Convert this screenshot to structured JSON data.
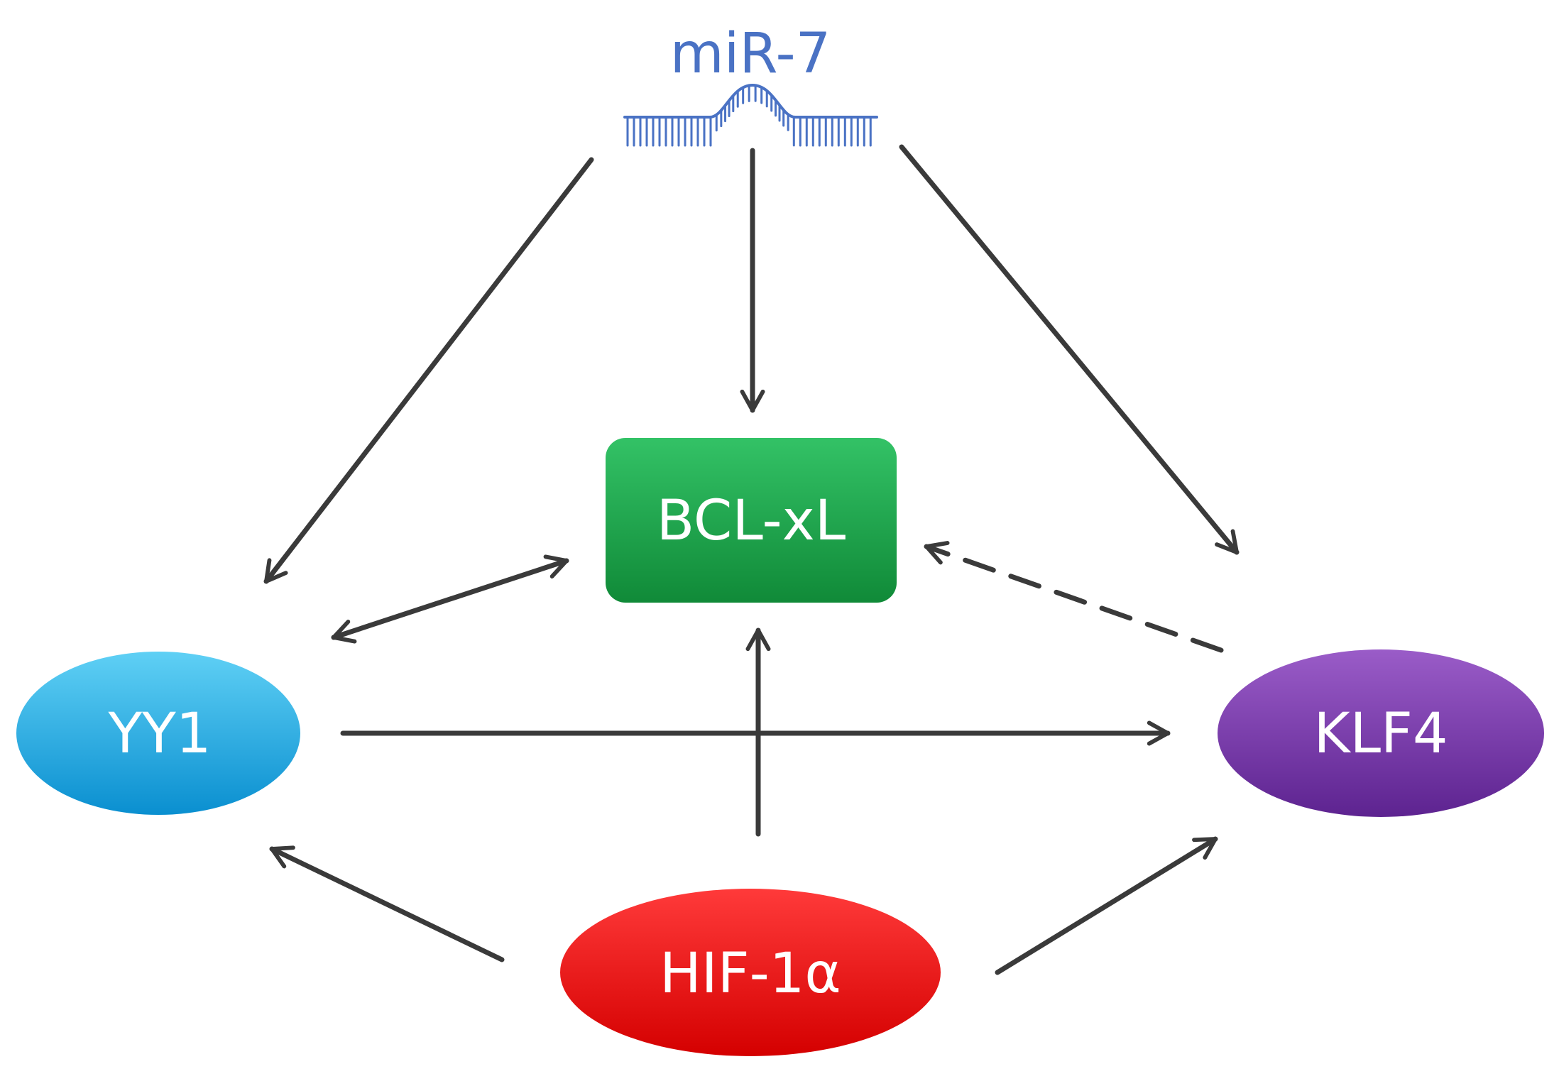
{
  "nodes": {
    "mir7": {
      "label": "miR-7",
      "color": "#4a72c4"
    },
    "bclxl": {
      "label": "BCL-xL",
      "color": "#1fa34a"
    },
    "yy1": {
      "label": "YY1",
      "color": "#14b1e8"
    },
    "klf4": {
      "label": "KLF4",
      "color": "#7030a0"
    },
    "hif1a": {
      "label": "HIF-1α",
      "color": "#ee1111"
    }
  },
  "edges": [
    {
      "from": "mir7",
      "to": "yy1",
      "style": "solid"
    },
    {
      "from": "mir7",
      "to": "bclxl",
      "style": "solid"
    },
    {
      "from": "mir7",
      "to": "klf4",
      "style": "solid"
    },
    {
      "from": "yy1",
      "to": "bclxl",
      "style": "solid",
      "bidirectional": true
    },
    {
      "from": "klf4",
      "to": "bclxl",
      "style": "dashed"
    },
    {
      "from": "yy1",
      "to": "klf4",
      "style": "solid"
    },
    {
      "from": "hif1a",
      "to": "bclxl",
      "style": "solid"
    },
    {
      "from": "hif1a",
      "to": "yy1",
      "style": "solid"
    },
    {
      "from": "hif1a",
      "to": "klf4",
      "style": "solid"
    }
  ],
  "arrow_color": "#3a3a3a"
}
